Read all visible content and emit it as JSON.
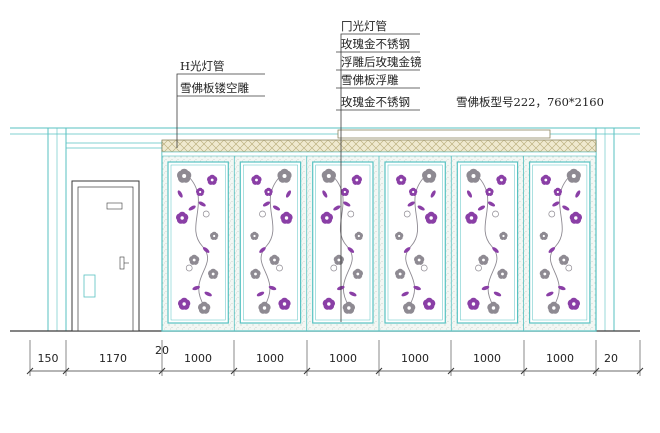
{
  "annotations_left": {
    "line1": "H光灯管",
    "line2": "雪佛板镂空雕"
  },
  "annotations_center": [
    "冂光灯管",
    "玫瑰金不锈钢",
    "浮雕后玫瑰金镜",
    "雪佛板浮雕",
    "玫瑰金不锈钢"
  ],
  "spec_note": "雪佛板型号222，760*2160",
  "door_plate": "",
  "dimensions": [
    "150",
    "1170",
    "20",
    "1000",
    "1000",
    "1000",
    "1000",
    "1000",
    "1000",
    "20"
  ],
  "colors": {
    "line": "#3a3a3a",
    "teal": "#57c2c2",
    "panel_fill": "#eef5f2",
    "flower_purple": "#8a3fa6",
    "flower_gray": "#8e8a92",
    "frieze": "#d8cfa8"
  }
}
